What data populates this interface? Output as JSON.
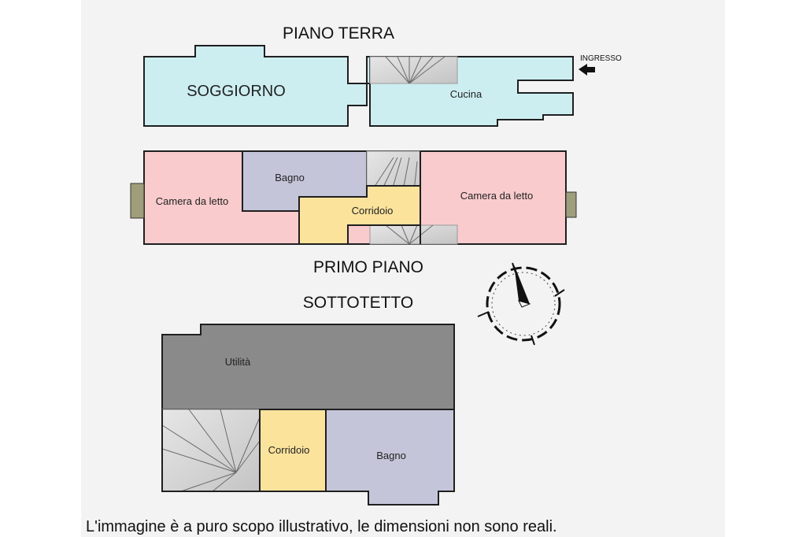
{
  "floors": {
    "ground": {
      "title": "PIANO TERRA",
      "rooms": {
        "living": "SOGGIORNO",
        "kitchen": "Cucina"
      },
      "entrance": "INGRESSO"
    },
    "first": {
      "title": "PRIMO PIANO",
      "rooms": {
        "bedroom_left": "Camera da letto",
        "bathroom": "Bagno",
        "corridor": "Corridoio",
        "bedroom_right": "Camera da letto"
      }
    },
    "attic": {
      "title": "SOTTOTETTO",
      "rooms": {
        "utility": "Utilità",
        "corridor": "Corridoio",
        "bathroom": "Bagno"
      }
    }
  },
  "disclaimer": "L'immagine è a puro scopo illustrativo, le dimensioni non sono reali.",
  "colors": {
    "living": "#cdeef1",
    "bedroom": "#f9cbcd",
    "bathroom": "#c5c5da",
    "corridor": "#fbe39c",
    "utility": "#8a8a8a",
    "stairs": "#d6d6d6",
    "walls": "#1f1f1f"
  },
  "icons": {
    "compass": "compass-icon",
    "entrance_arrow": "arrow-left-icon",
    "stairs": "stairs-icon"
  }
}
